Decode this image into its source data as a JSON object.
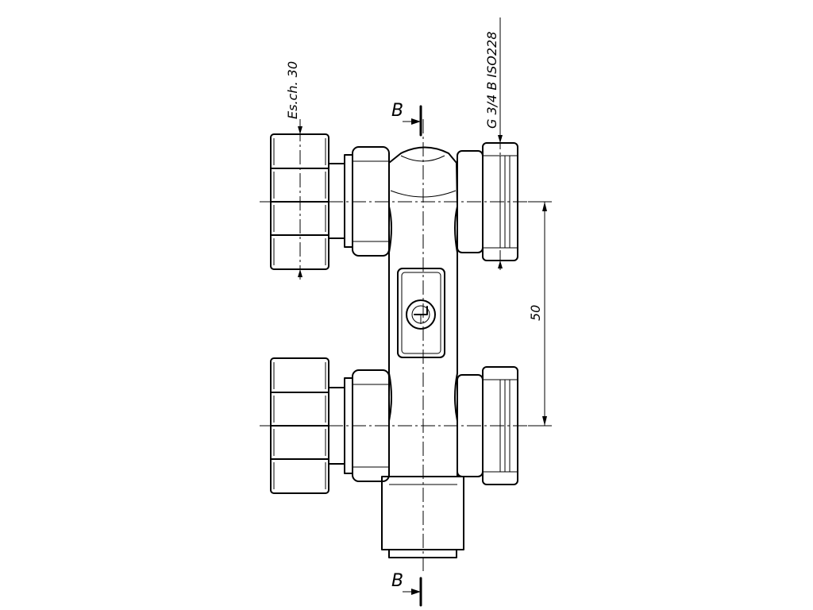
{
  "labels": {
    "wrench_size": "Es.ch. 30",
    "thread_spec": "G 3/4 B ISO228",
    "spacing": "50",
    "section_top": "B",
    "section_bottom": "B"
  },
  "colors": {
    "line": "#000000",
    "background": "#ffffff"
  },
  "icons": {
    "logo": "brand-logo-icon"
  }
}
